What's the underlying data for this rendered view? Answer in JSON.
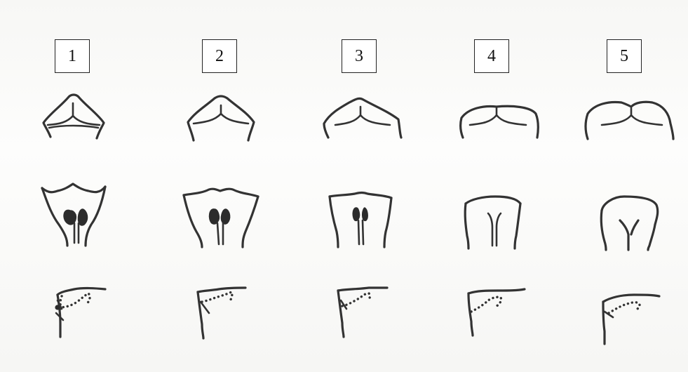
{
  "stages": [
    {
      "label": "1"
    },
    {
      "label": "2"
    },
    {
      "label": "3"
    },
    {
      "label": "4"
    },
    {
      "label": "5"
    }
  ],
  "rows": [
    "top-view",
    "front-view",
    "side-profile"
  ],
  "colors": {
    "ink": "#333333",
    "paper": "#f7f7f5"
  }
}
